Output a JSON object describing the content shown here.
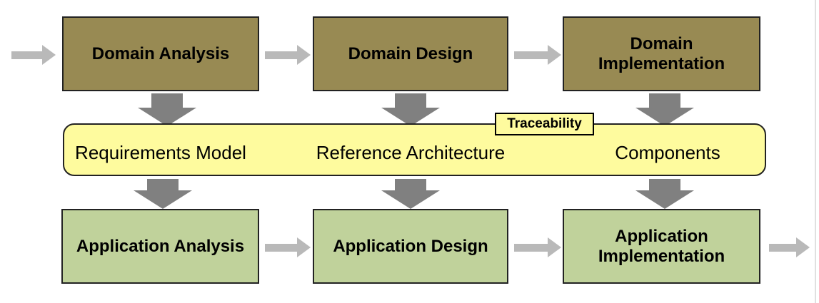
{
  "diagram": {
    "top_row": {
      "boxes": [
        {
          "label": "Domain Analysis"
        },
        {
          "label": "Domain Design"
        },
        {
          "label": "Domain\nImplementation"
        }
      ]
    },
    "middle_band": {
      "tag": {
        "label": "Traceability"
      },
      "items": [
        {
          "label": "Requirements Model"
        },
        {
          "label": "Reference Architecture"
        },
        {
          "label": "Components"
        }
      ]
    },
    "bottom_row": {
      "boxes": [
        {
          "label": "Application Analysis"
        },
        {
          "label": "Application Design"
        },
        {
          "label": "Application\nImplementation"
        }
      ]
    }
  },
  "icons": {
    "flow_arrow_right": "→",
    "transform_arrow_down": "▼"
  },
  "colors": {
    "domain_box_fill": "#988a53",
    "application_box_fill": "#c0d29b",
    "band_fill": "#fefb9e",
    "box_border": "#222222",
    "down_arrow": "#808080",
    "flow_arrow": "#b9b9b9",
    "page_edge": "#e0e0e0",
    "text": "#000000"
  }
}
